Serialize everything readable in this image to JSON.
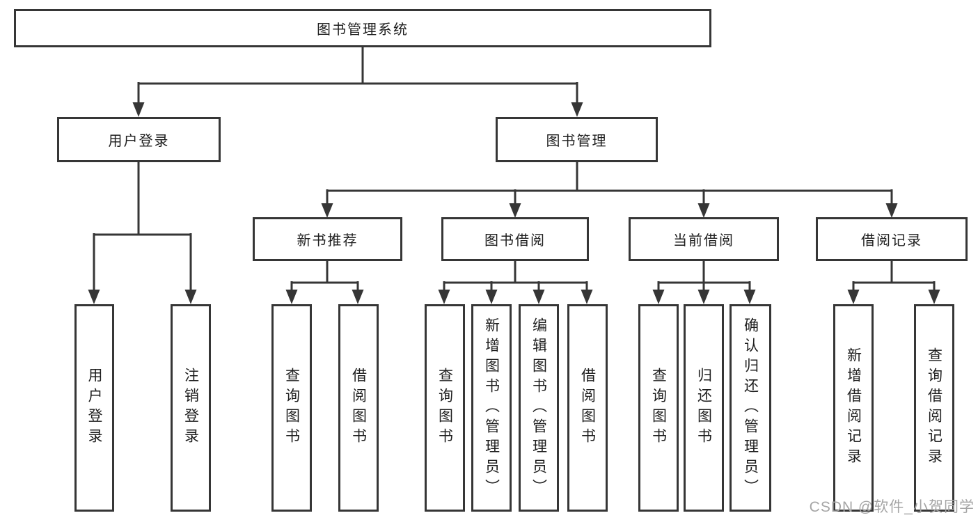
{
  "colors": {
    "line": "#363636",
    "box_border": "#363636",
    "text": "#1e1e1e",
    "watermark": "#a5a5a5",
    "background": "#ffffff"
  },
  "diagram": {
    "root": {
      "label": "图书管理系统"
    },
    "level2": [
      {
        "label": "用户登录"
      },
      {
        "label": "图书管理"
      }
    ],
    "level3": [
      {
        "label": "新书推荐"
      },
      {
        "label": "图书借阅"
      },
      {
        "label": "当前借阅"
      },
      {
        "label": "借阅记录"
      }
    ],
    "leaves": [
      {
        "label": "用户登录"
      },
      {
        "label": "注销登录"
      },
      {
        "label": "查询图书"
      },
      {
        "label": "借阅图书"
      },
      {
        "label": "查询图书"
      },
      {
        "label": "新增图书（管理员）"
      },
      {
        "label": "编辑图书（管理员）"
      },
      {
        "label": "借阅图书"
      },
      {
        "label": "查询图书"
      },
      {
        "label": "归还图书"
      },
      {
        "label": "确认归还（管理员）"
      },
      {
        "label": "新增借阅记录"
      },
      {
        "label": "查询借阅记录"
      }
    ]
  },
  "watermark": {
    "text": "CSDN @软件_小贺同学"
  }
}
